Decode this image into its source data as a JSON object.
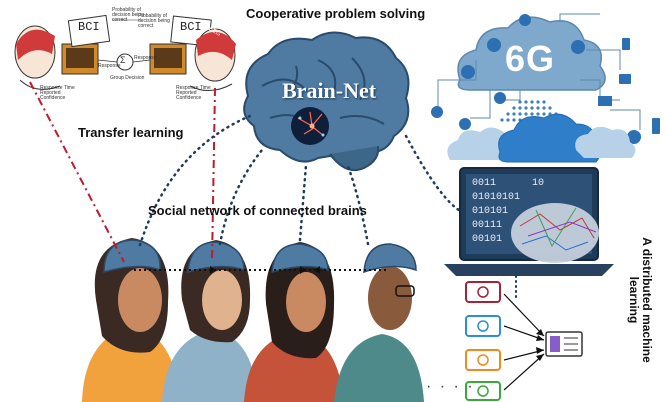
{
  "labels": {
    "cooperative": "Cooperative problem solving",
    "transfer": "Transfer learning",
    "social": "Social network of connected brains",
    "brainnet": "Brain-Net",
    "sixg": "6G",
    "distributed": "A distributed machine learning"
  },
  "eeg_figure": {
    "eeg_left": "EEG",
    "eeg_right": "EEG",
    "bci_left": "BCI",
    "bci_right": "BCI",
    "prob_left": "Probability of decision being correct",
    "prob_right": "Probability of decision being correct",
    "response_left": "Response",
    "response_right": "Response",
    "group_decision": "Group Decision",
    "sigma": "Σ",
    "rt_left": "Response Time Reported Confidence",
    "rt_right": "Response Time Reported Confidence"
  },
  "laptop_code": [
    "0011      10",
    "01010101",
    "010101",
    "00111",
    "00101"
  ],
  "ellipsis": "· · · ·",
  "colors": {
    "brain_blue": "#4f7ba3",
    "cloud_blue": "#7fa9cc",
    "dash_red": "#c0192b",
    "dot_navy": "#1f3b5a",
    "device_colors": [
      "#a3233a",
      "#2d8ed8",
      "#f08a1e",
      "#3aa93a"
    ]
  }
}
